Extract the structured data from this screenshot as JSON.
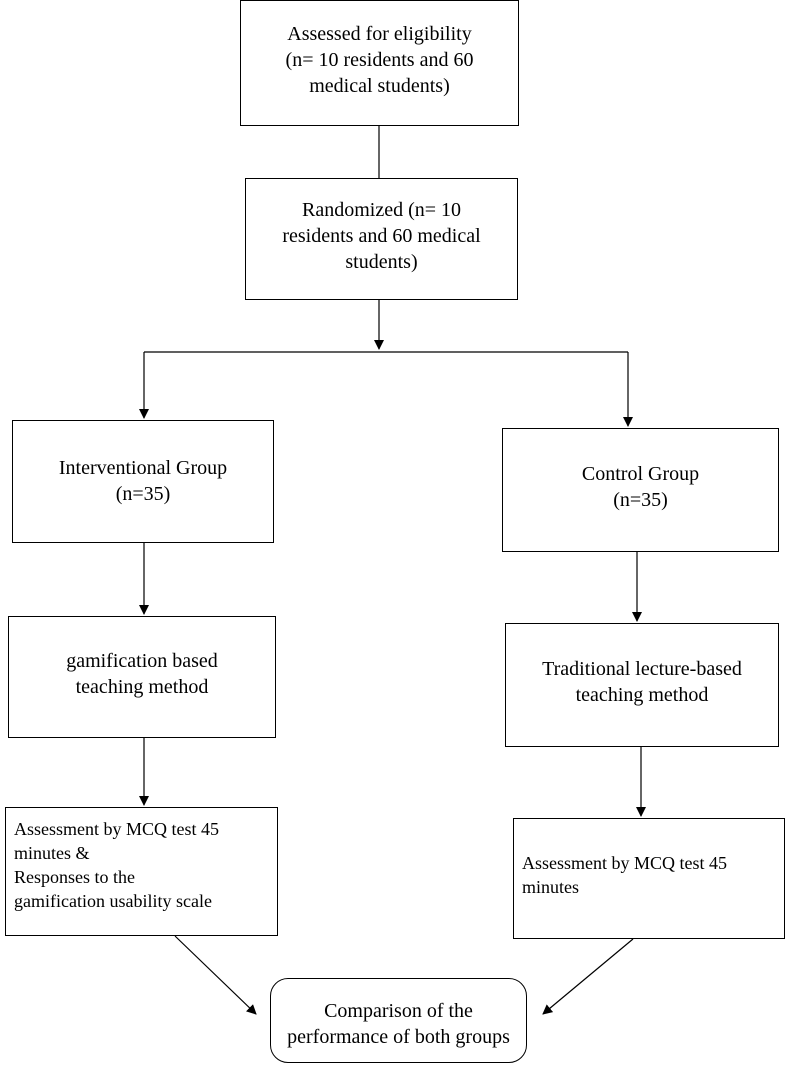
{
  "flowchart": {
    "eligibility": "Assessed for eligibility\n(n= 10 residents and 60\nmedical students)",
    "randomized": "Randomized (n= 10\nresidents and 60 medical\nstudents)",
    "intervention_group": "Interventional Group\n(n=35)",
    "control_group": "Control Group\n(n=35)",
    "gamification_method": "gamification based\nteaching method",
    "traditional_method": "Traditional lecture-based\nteaching method",
    "assessment_intervention": "Assessment by MCQ test 45\nminutes &\nResponses to the\ngamification usability scale",
    "assessment_control": "Assessment by MCQ test 45\nminutes",
    "comparison": "Comparison of the\nperformance of both groups"
  },
  "colors": {
    "line": "#000000",
    "box_border": "#000000",
    "background": "#ffffff"
  }
}
